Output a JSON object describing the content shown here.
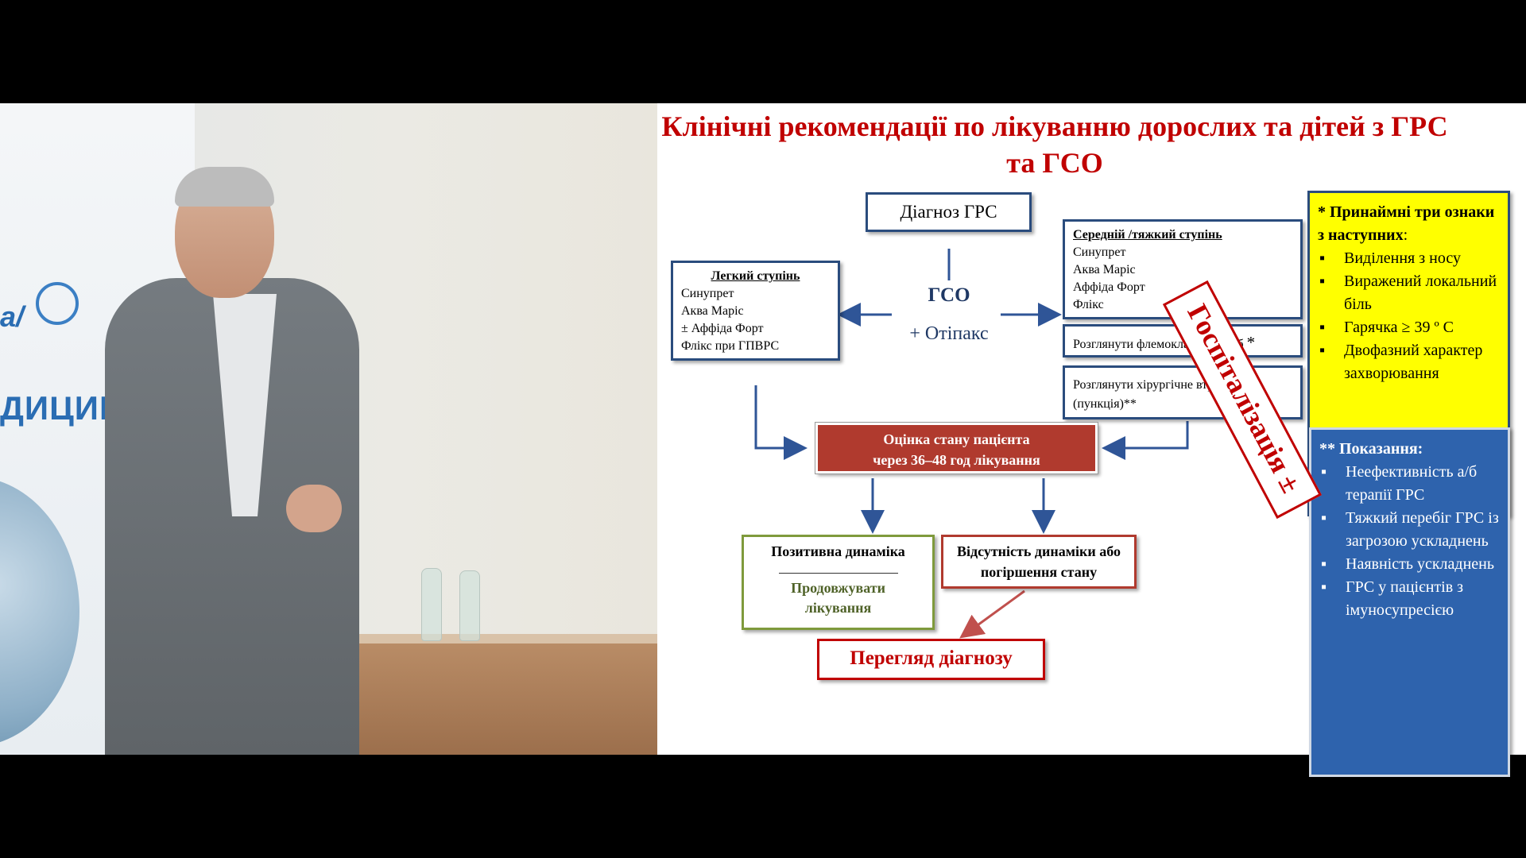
{
  "slide": {
    "title": "Клінічні рекомендації по лікуванню дорослих та дітей з ГРС та ГСО",
    "diagnosis": "Діагноз ГРС",
    "center_main": "ГСО",
    "center_sub": "+ Отіпакс",
    "mild": {
      "header": "Легкий ступінь",
      "items": [
        "Синупрет",
        "Аква Маріс",
        "± Аффіда Форт",
        "Флікс при ГПВРС"
      ]
    },
    "severe": {
      "header": "Середній /тяжкий ступінь",
      "items": [
        "Синупрет",
        "Аква Маріс",
        "Аффіда Форт",
        "Флікс"
      ]
    },
    "consider_flemoclav": "Розглянути флемоклав солютаб",
    "consider_flemoclav_mark": "*",
    "consider_surgery": "Розглянути хірургічне втручання (пункція)**",
    "assessment_line1": "Оцінка стану пацієнта",
    "assessment_line2": "через 36–48 год лікування",
    "positive_top": "Позитивна динаміка",
    "positive_bottom": "Продовжувати лікування",
    "negative": "Відсутність динаміки або погіршення стану",
    "review": "Перегляд діагнозу",
    "yellow": {
      "header_star": "* ",
      "header_bold": "Принаймні три ознаки з наступних",
      "header_colon": ":",
      "items": [
        "Виділення з носу",
        "Виражений локальний біль",
        "Гарячка ≥ 39 º С",
        "Двофазний характер захворювання"
      ]
    },
    "blue": {
      "header": "** Показання:",
      "items": [
        "Неефективність а/б терапії ГРС",
        "Тяжкий перебіг ГРС із загрозою ускладнень",
        "Наявність ускладнень",
        "ГРС у пацієнтів з імуносупресією"
      ]
    },
    "stamp": "Госпіталізація ±"
  },
  "video": {
    "banner_logo": "a/",
    "banner_word": "ДИЦИН"
  },
  "colors": {
    "title_red": "#c00000",
    "navy_border": "#2a4c7d",
    "assessment_fill": "#b03a2e",
    "positive_border": "#7f9a3c",
    "negative_border": "#b03a2e",
    "yellow_fill": "#ffff00",
    "blue_fill": "#2e63ad",
    "arrow_blue": "#2f5597",
    "arrow_red": "#c0504d"
  }
}
